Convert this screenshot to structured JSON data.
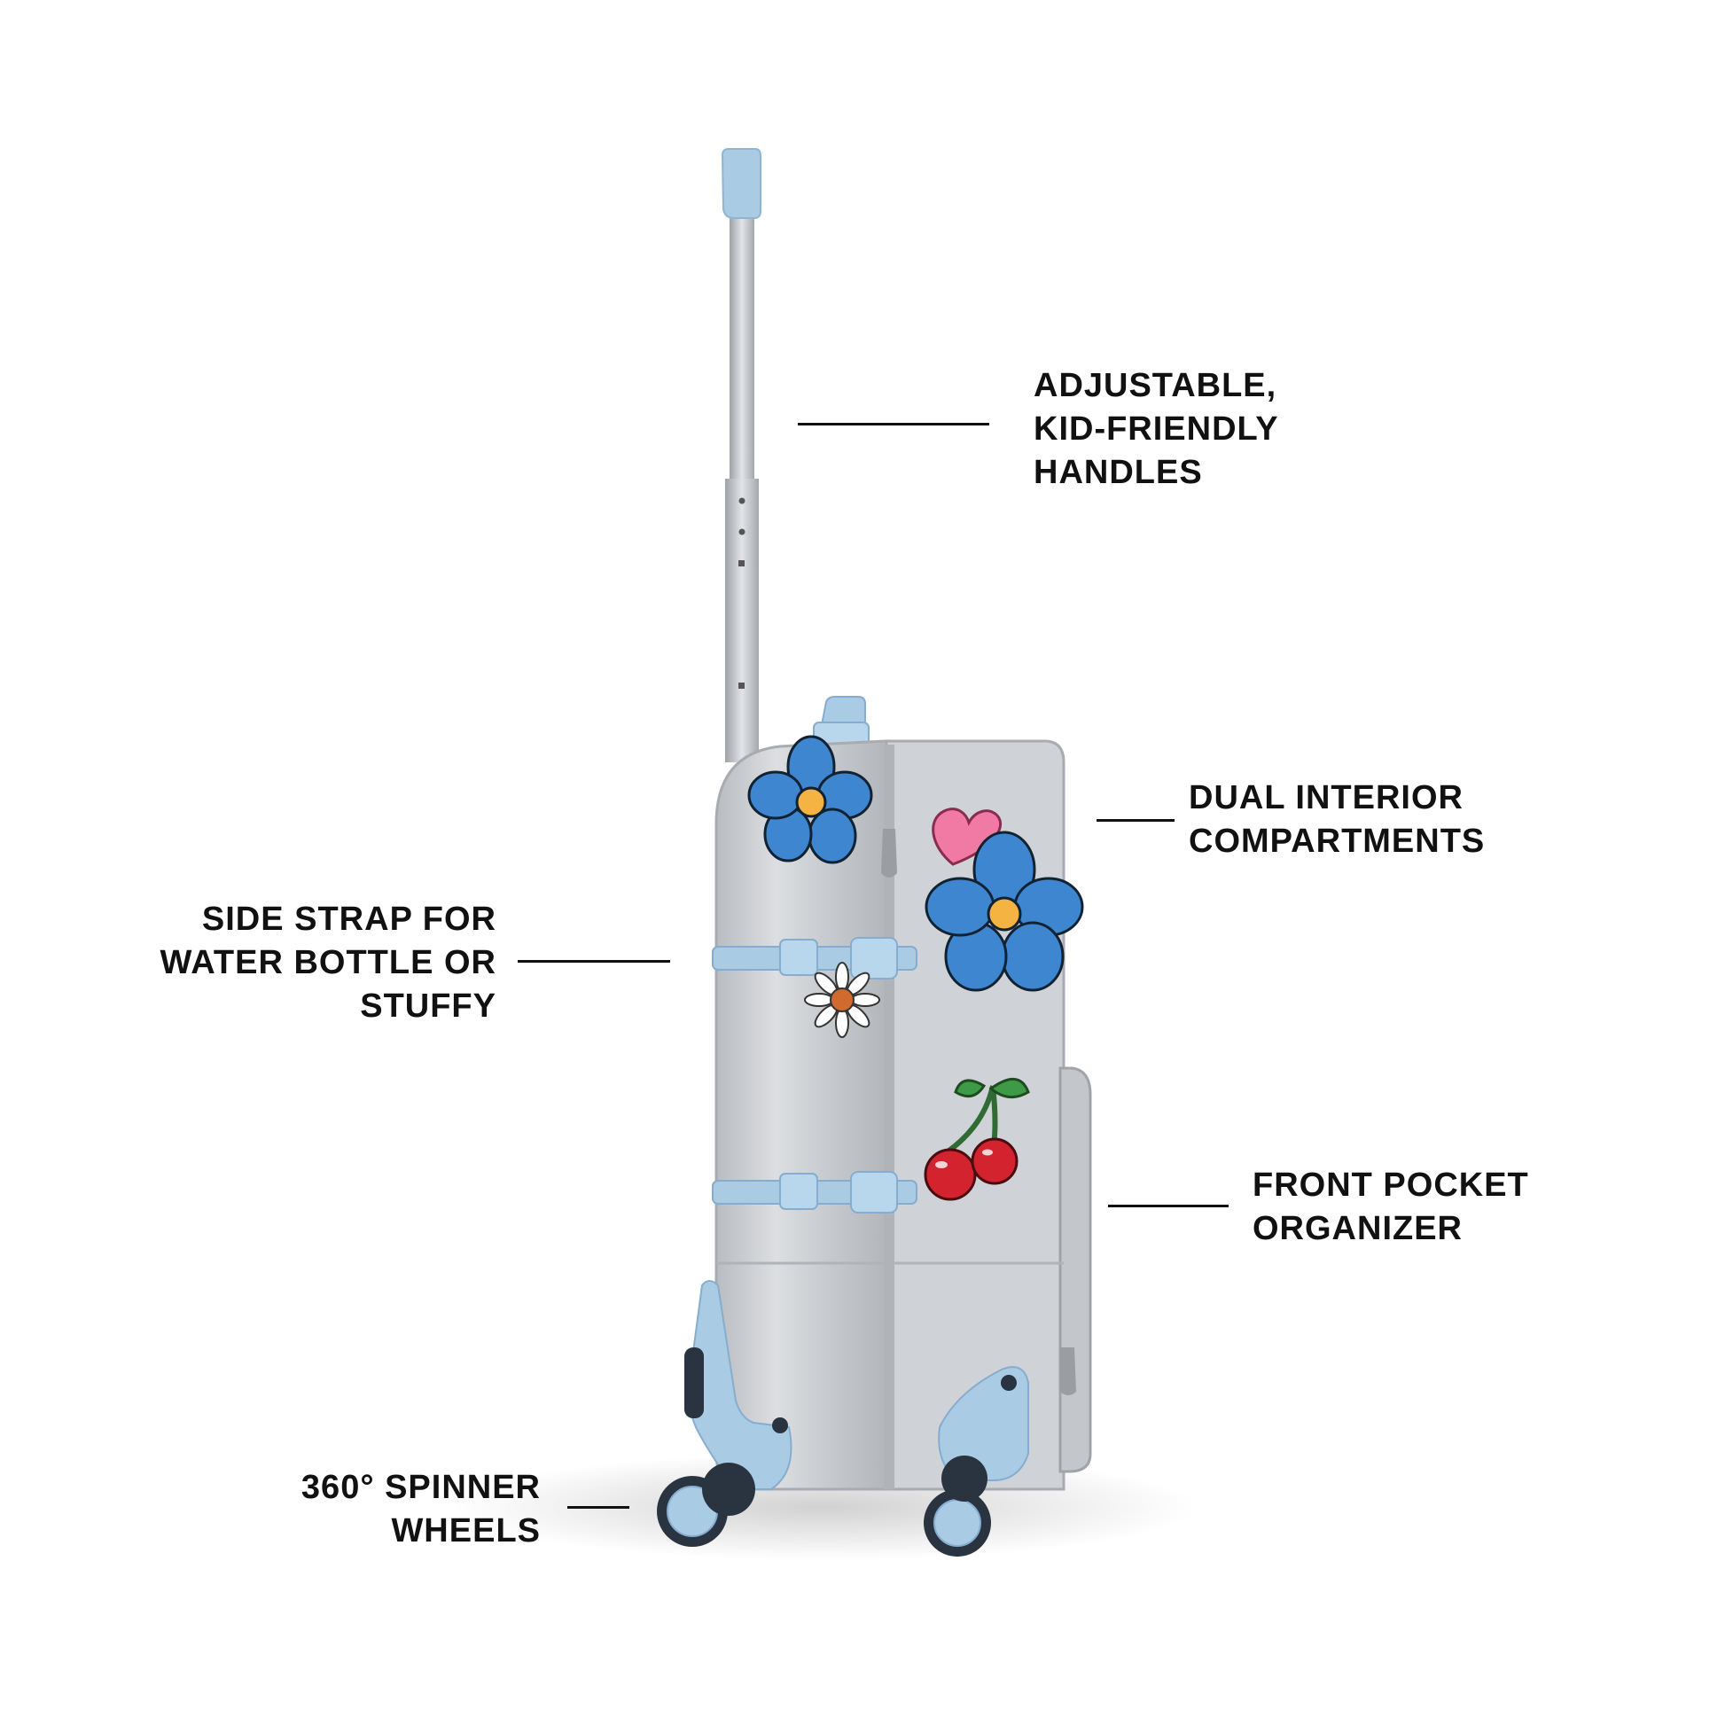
{
  "callouts": {
    "handles": {
      "lines": [
        "ADJUSTABLE,",
        "KID-FRIENDLY",
        "HANDLES"
      ]
    },
    "compartments": {
      "lines": [
        "DUAL INTERIOR",
        "COMPARTMENTS"
      ]
    },
    "side_strap": {
      "lines": [
        "SIDE STRAP FOR",
        "WATER BOTTLE OR",
        "STUFFY"
      ]
    },
    "front_pocket": {
      "lines": [
        "FRONT POCKET",
        "ORGANIZER"
      ]
    },
    "wheels": {
      "lines": [
        "360° SPINNER",
        "WHEELS"
      ]
    }
  },
  "colors": {
    "text": "#111111",
    "shell_silver": "#c9cbce",
    "trim_blue": "#a9cbe4",
    "flower_blue": "#3f86d1",
    "heart_pink": "#f07aa3",
    "cherry_red": "#d2232f",
    "stem_green": "#3e9a46"
  }
}
